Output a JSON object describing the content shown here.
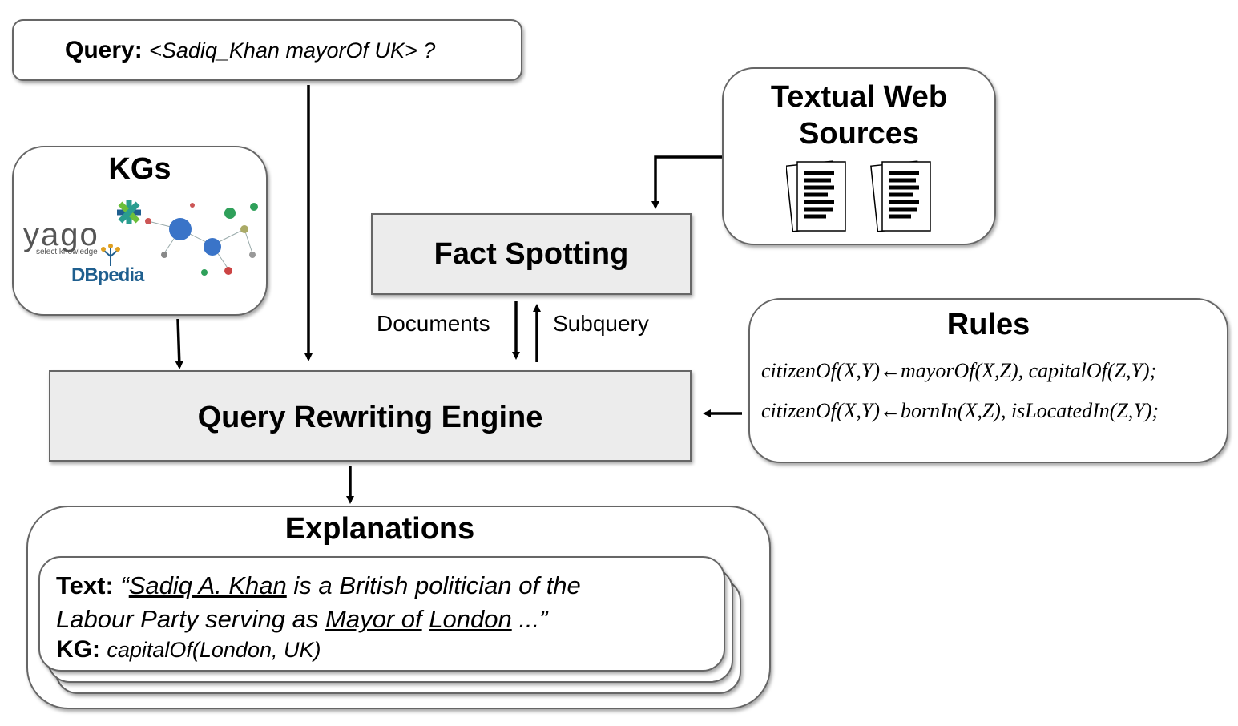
{
  "query": {
    "label": "Query:",
    "text": "<Sadiq_Khan mayorOf UK> ?"
  },
  "kgs": {
    "title": "KGs",
    "yago_logo": "yago",
    "yago_tagline": "select knowledge",
    "dbpedia_logo": "DBpedia"
  },
  "textual_sources": {
    "title_line1": "Textual Web",
    "title_line2": "Sources"
  },
  "fact_spotting": {
    "label": "Fact Spotting"
  },
  "edges": {
    "documents": "Documents",
    "subquery": "Subquery"
  },
  "rules": {
    "title": "Rules",
    "rule1": "citizenOf(X,Y)←mayorOf(X,Z), capitalOf(Z,Y);",
    "rule2": "citizenOf(X,Y)←bornIn(X,Z), isLocatedIn(Z,Y);"
  },
  "engine": {
    "label": "Query Rewriting Engine"
  },
  "explanations": {
    "title": "Explanations",
    "text_label": "Text:",
    "quote_open": "“",
    "entity1": "Sadiq A. Khan",
    "seg1": " is a British politician of the",
    "seg2": "Labour Party serving as ",
    "entity2": "Mayor of",
    "entity3": "London",
    "seg3": " ...”",
    "kg_label": "KG:",
    "kg_fact": "capitalOf(London, UK)"
  },
  "colors": {
    "border": "#666666",
    "gray_fill": "#ececec",
    "dbpedia_blue": "#1f5f8f",
    "graph_blue": "#3a74c8",
    "green": "#2fa05a",
    "teal": "#2a9d8f"
  }
}
